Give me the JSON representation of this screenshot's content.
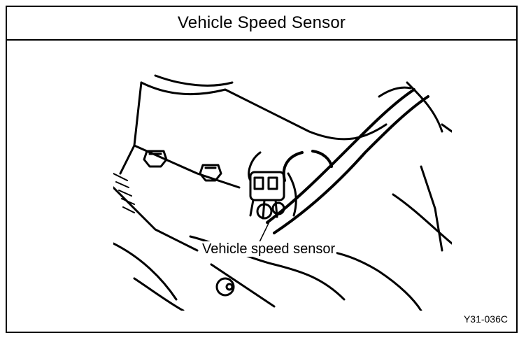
{
  "diagram": {
    "title": "Vehicle Speed Sensor",
    "callout_label": "Vehicle speed sensor",
    "figure_code": "Y31-036C"
  },
  "colors": {
    "line": "#000000",
    "background": "#ffffff"
  }
}
